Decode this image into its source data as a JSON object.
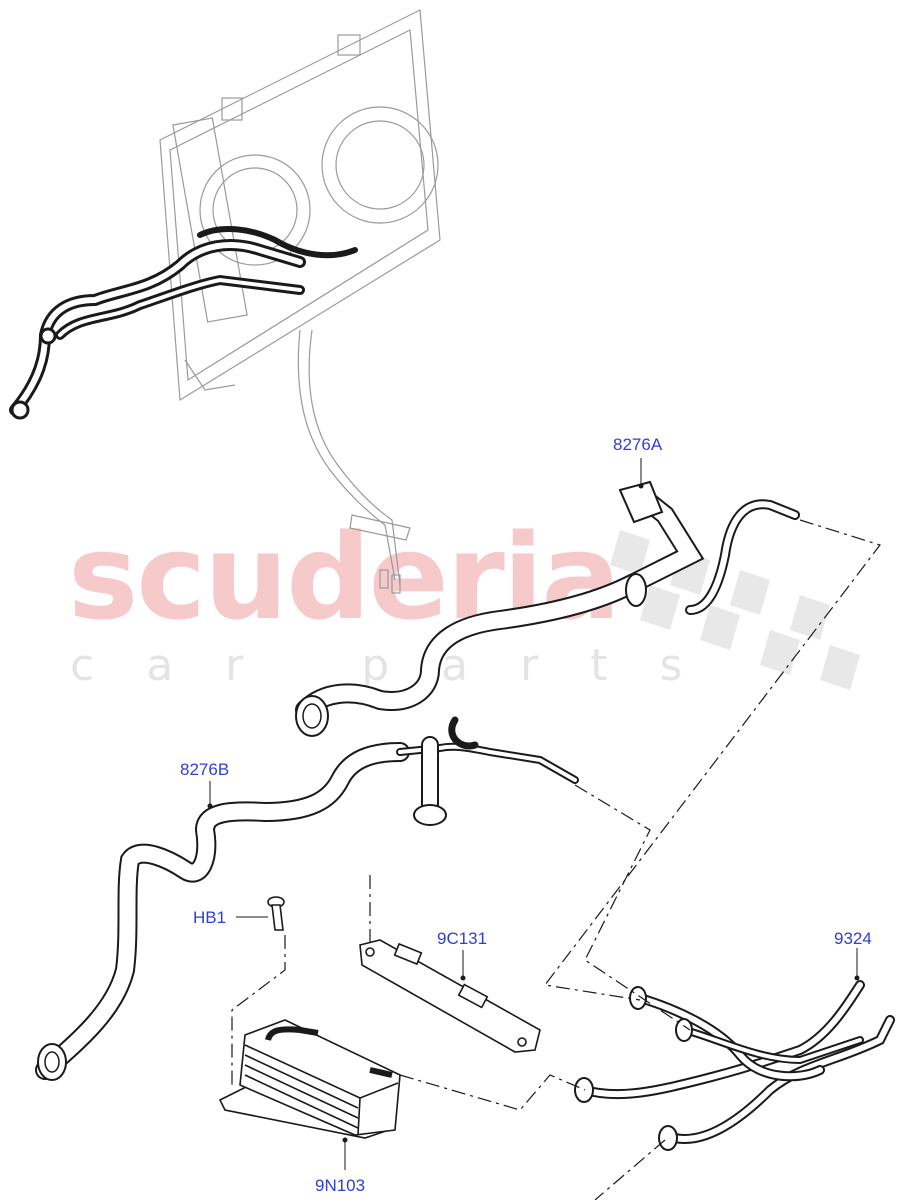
{
  "watermark": {
    "brand": "scuderia",
    "tagline": "car parts"
  },
  "callouts": [
    {
      "id": "8276A",
      "text": "8276A"
    },
    {
      "id": "8276B",
      "text": "8276B"
    },
    {
      "id": "HB1",
      "text": "HB1"
    },
    {
      "id": "9C131",
      "text": "9C131"
    },
    {
      "id": "9324",
      "text": "9324"
    },
    {
      "id": "9N103",
      "text": "9N103"
    }
  ],
  "colors": {
    "callout_text": "#2f3fd6",
    "line_art": "#1a1a1a",
    "context_art": "#9a9a9a",
    "watermark_red": "#f6c9cb",
    "watermark_grey": "#e4e4e4"
  }
}
